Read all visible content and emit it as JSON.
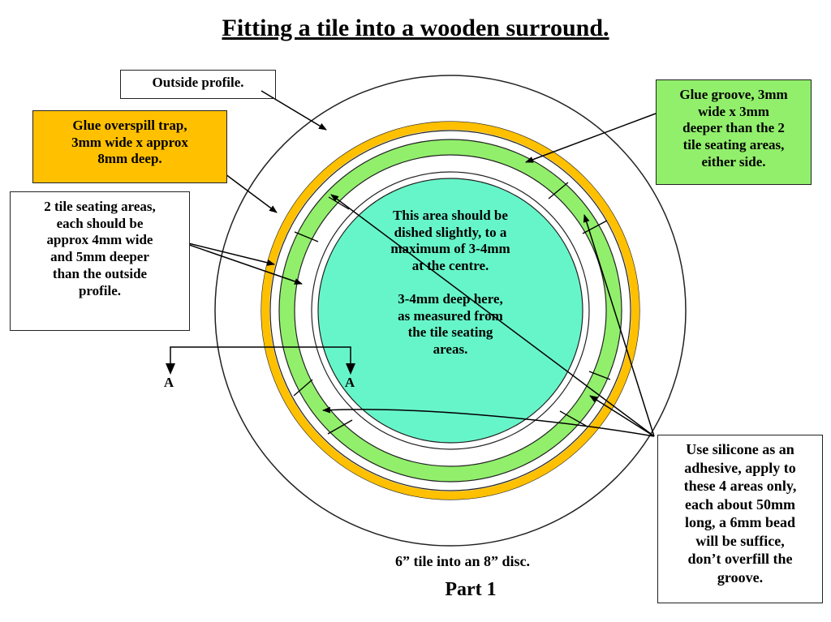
{
  "title": "Fitting a tile into a wooden surround.",
  "labels": {
    "outside_profile": "Outside profile.",
    "glue_overspill": [
      "Glue overspill trap,",
      "3mm wide x approx",
      "8mm deep."
    ],
    "glue_groove": [
      "Glue groove, 3mm",
      "wide x 3mm",
      "deeper than the 2",
      "tile seating areas,",
      "either side."
    ],
    "seating_areas": [
      "2 tile seating areas,",
      "each should be",
      "approx 4mm wide",
      "and 5mm deeper",
      "than the outside",
      "profile."
    ],
    "dished_area": [
      "This area should be",
      "dished slightly, to a",
      "maximum of 3-4mm",
      "at the centre.",
      "",
      "3-4mm deep here,",
      "as measured from",
      "the tile seating",
      "areas."
    ],
    "silicone": [
      "Use silicone as an",
      "adhesive, apply to",
      "these 4 areas only,",
      "each about 50mm",
      "long, a 6mm bead",
      "will be suffice,",
      "don’t overfill the",
      "groove."
    ],
    "section_left": "A",
    "section_right": "A",
    "caption_size": "6” tile into an 8” disc.",
    "caption_part": "Part 1"
  },
  "colors": {
    "glue_trap": "#ffc000",
    "seating_ring": "#92ef6c",
    "tile_area": "#66f5c9",
    "outline": "#222222"
  }
}
